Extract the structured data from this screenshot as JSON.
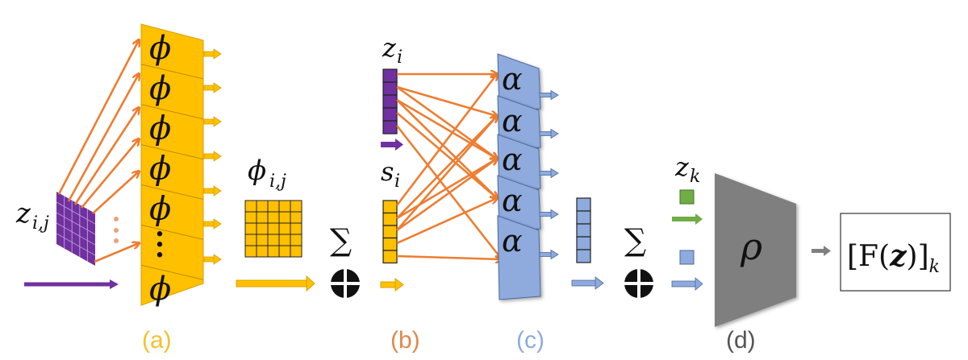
{
  "colors": {
    "phi_orange": "#FFC000",
    "phi_border": "#D9A100",
    "input_purple": "#7030A0",
    "arrow_orange": "#ED7D31",
    "alpha_blue": "#8FAADC",
    "alpha_border": "#4A6A9E",
    "rho_gray": "#7F7F7F",
    "zk_green": "#70AD47",
    "output_gray_arrow": "#808080"
  },
  "section_a": {
    "label": "(a)",
    "input_symbol": "z",
    "input_subscript": "i,j",
    "network_symbol": "ϕ",
    "phi_rows": [
      "ϕ",
      "ϕ",
      "ϕ",
      "ϕ",
      "ϕ",
      "⋮",
      "ϕ"
    ],
    "input_ellipsis": "⋮",
    "output_symbol": "ϕ",
    "output_subscript": "i,j",
    "grid_size": 5
  },
  "sum_1": {
    "symbol": "∑"
  },
  "section_b": {
    "label": "(b)",
    "z_symbol": "z",
    "z_subscript": "i",
    "s_symbol": "s",
    "s_subscript": "i",
    "vector_length": 5
  },
  "section_c": {
    "label": "(c)",
    "network_symbol": "α",
    "alpha_rows": [
      "α",
      "α",
      "α",
      "α",
      "α"
    ],
    "vector_length": 5
  },
  "sum_2": {
    "symbol": "∑"
  },
  "section_d": {
    "label": "(d)",
    "zk_symbol": "z",
    "zk_subscript": "k",
    "network_symbol": "ρ",
    "output_prefix": "[F(",
    "output_bold": "z",
    "output_suffix": ")]",
    "output_subscript": "k"
  }
}
